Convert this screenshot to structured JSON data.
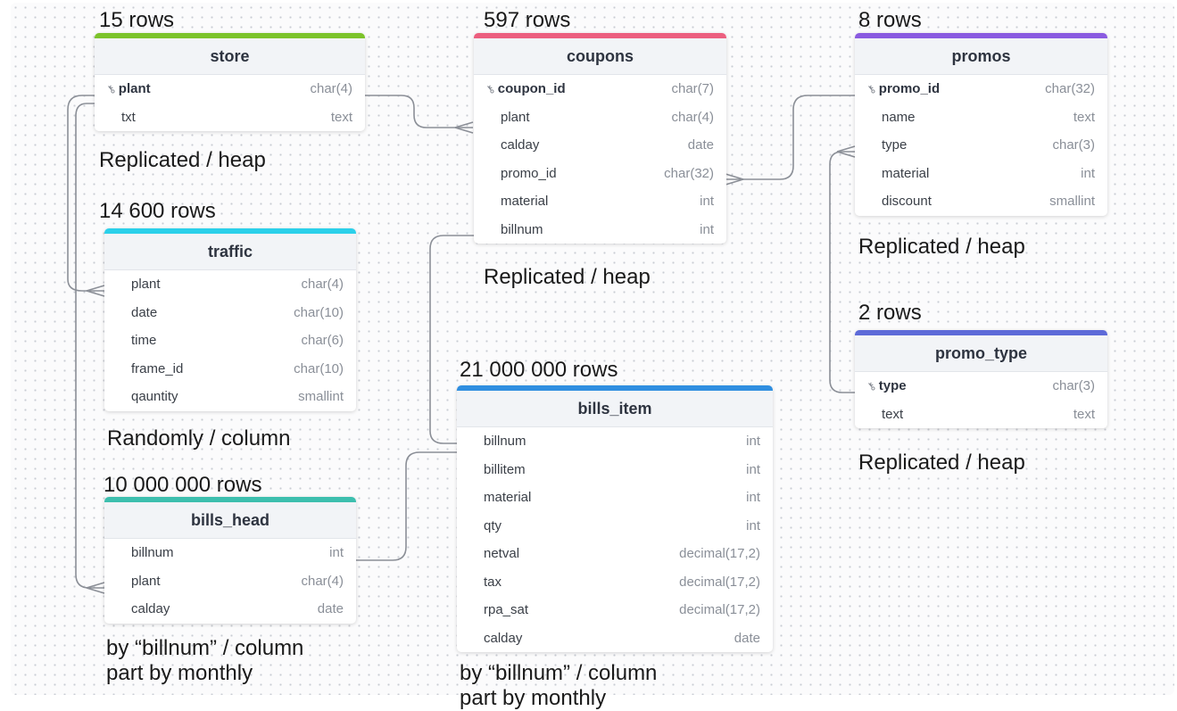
{
  "colors": {
    "store": "#7cc32a",
    "coupons": "#ec5f7f",
    "promos": "#8a5be0",
    "traffic": "#2bd0ea",
    "promo_type": "#5d6ad8",
    "bills_item": "#2f8ee0",
    "bills_head": "#3dbfae"
  },
  "captions": {
    "store_rows": "15 rows",
    "coupons_rows": "597 rows",
    "promos_rows": "8 rows",
    "traffic_rows": "14 600 rows",
    "promo_type_rows": "2 rows",
    "bills_item_rows": "21 000 000 rows",
    "bills_head_rows": "10 000 000 rows",
    "store_dist": "Replicated / heap",
    "coupons_dist": "Replicated / heap",
    "promos_dist": "Replicated / heap",
    "promo_type_dist": "Replicated / heap",
    "traffic_dist": "Randomly / column",
    "bills_head_dist_1": "by “billnum” / column",
    "bills_head_dist_2": "part by monthly",
    "bills_item_dist_1": "by “billnum” / column",
    "bills_item_dist_2": "part by monthly"
  },
  "tables": {
    "store": {
      "title": "store",
      "columns": [
        {
          "name": "plant",
          "type": "char(4)",
          "pk": true
        },
        {
          "name": "txt",
          "type": "text",
          "pk": false
        }
      ]
    },
    "coupons": {
      "title": "coupons",
      "columns": [
        {
          "name": "coupon_id",
          "type": "char(7)",
          "pk": true
        },
        {
          "name": "plant",
          "type": "char(4)",
          "pk": false
        },
        {
          "name": "calday",
          "type": "date",
          "pk": false
        },
        {
          "name": "promo_id",
          "type": "char(32)",
          "pk": false
        },
        {
          "name": "material",
          "type": "int",
          "pk": false
        },
        {
          "name": "billnum",
          "type": "int",
          "pk": false
        }
      ]
    },
    "promos": {
      "title": "promos",
      "columns": [
        {
          "name": "promo_id",
          "type": "char(32)",
          "pk": true
        },
        {
          "name": "name",
          "type": "text",
          "pk": false
        },
        {
          "name": "type",
          "type": "char(3)",
          "pk": false
        },
        {
          "name": "material",
          "type": "int",
          "pk": false
        },
        {
          "name": "discount",
          "type": "smallint",
          "pk": false
        }
      ]
    },
    "traffic": {
      "title": "traffic",
      "columns": [
        {
          "name": "plant",
          "type": "char(4)",
          "pk": false
        },
        {
          "name": "date",
          "type": "char(10)",
          "pk": false
        },
        {
          "name": "time",
          "type": "char(6)",
          "pk": false
        },
        {
          "name": "frame_id",
          "type": "char(10)",
          "pk": false
        },
        {
          "name": "qauntity",
          "type": "smallint",
          "pk": false
        }
      ]
    },
    "promo_type": {
      "title": "promo_type",
      "columns": [
        {
          "name": "type",
          "type": "char(3)",
          "pk": true
        },
        {
          "name": "text",
          "type": "text",
          "pk": false
        }
      ]
    },
    "bills_item": {
      "title": "bills_item",
      "columns": [
        {
          "name": "billnum",
          "type": "int",
          "pk": false
        },
        {
          "name": "billitem",
          "type": "int",
          "pk": false
        },
        {
          "name": "material",
          "type": "int",
          "pk": false
        },
        {
          "name": "qty",
          "type": "int",
          "pk": false
        },
        {
          "name": "netval",
          "type": "decimal(17,2)",
          "pk": false
        },
        {
          "name": "tax",
          "type": "decimal(17,2)",
          "pk": false
        },
        {
          "name": "rpa_sat",
          "type": "decimal(17,2)",
          "pk": false
        },
        {
          "name": "calday",
          "type": "date",
          "pk": false
        }
      ]
    },
    "bills_head": {
      "title": "bills_head",
      "columns": [
        {
          "name": "billnum",
          "type": "int",
          "pk": false
        },
        {
          "name": "plant",
          "type": "char(4)",
          "pk": false
        },
        {
          "name": "calday",
          "type": "date",
          "pk": false
        }
      ]
    }
  },
  "relationships": [
    {
      "from": "store.plant",
      "to": "coupons.plant"
    },
    {
      "from": "store.plant",
      "to": "traffic.plant"
    },
    {
      "from": "store.plant",
      "to": "bills_head.plant"
    },
    {
      "from": "promos.promo_id",
      "to": "coupons.promo_id"
    },
    {
      "from": "promo_type.type",
      "to": "promos.type"
    },
    {
      "from": "coupons.billnum",
      "to": "bills_item.billnum"
    },
    {
      "from": "bills_head.billnum",
      "to": "bills_item.billnum"
    }
  ]
}
